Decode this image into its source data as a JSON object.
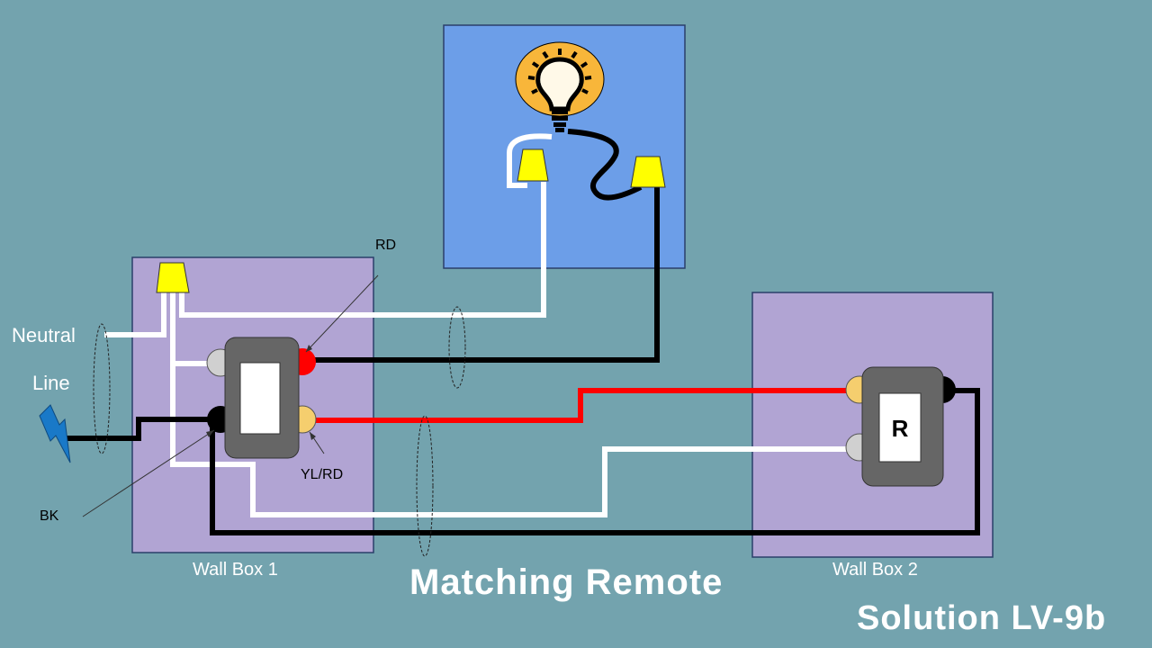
{
  "title": "Matching Remote",
  "subtitle": "Solution LV-9b",
  "labels": {
    "neutral": "Neutral",
    "line": "Line",
    "rd": "RD",
    "yl_rd": "YL/RD",
    "bk": "BK"
  },
  "boxes": {
    "wall_box_1": "Wall Box 1",
    "wall_box_2": "Wall Box 2"
  },
  "remote_letter": "R",
  "colors": {
    "background": "#73A3AE",
    "wall_box": "#B1A4D3",
    "fixture_box": "#6C9EE8",
    "switch_body": "#666666",
    "wire_hot": "#000000",
    "wire_neutral": "#FFFFFF",
    "wire_traveler": "#FF0000",
    "terminal_red": "#FF0000",
    "terminal_yellow": "#F5CE6E",
    "terminal_silver": "#D0D0D0",
    "terminal_black": "#000000",
    "wire_nut": "#FFFF00",
    "bulb_halo": "#F8B63A",
    "bulb_glass": "#FFF9E8",
    "line_icon": "#1979C8"
  },
  "icons": {
    "light": "light-bulb-icon",
    "line": "lightning-bolt-icon",
    "connector": "wire-nut-icon"
  }
}
